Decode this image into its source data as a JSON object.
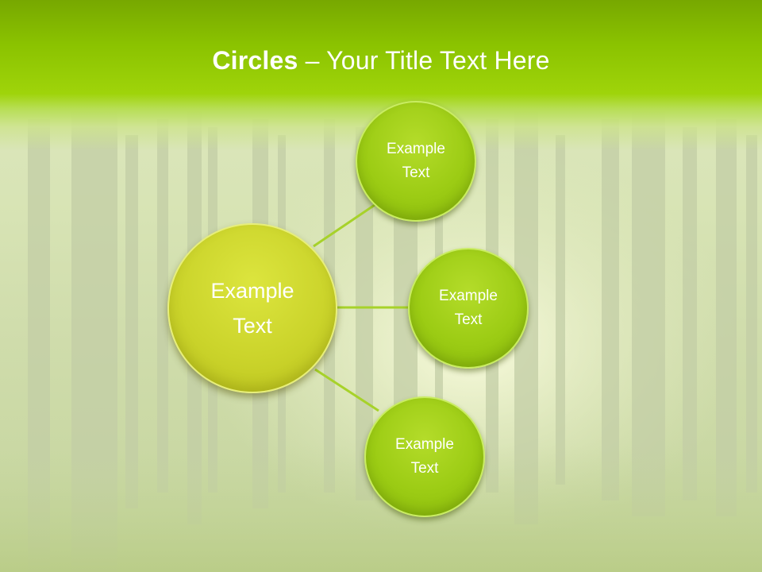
{
  "slide": {
    "title_bold": "Circles",
    "title_rest": " – Your Title Text Here",
    "center": {
      "label": "Example\nText"
    },
    "satellites": [
      {
        "label": "Example\nText"
      },
      {
        "label": "Example\nText"
      },
      {
        "label": "Example\nText"
      }
    ]
  },
  "colors": {
    "header": "#8bc300",
    "center_circle": "#cbd42b",
    "satellite_circle": "#9ccc14",
    "connector": "#a7d22a"
  }
}
